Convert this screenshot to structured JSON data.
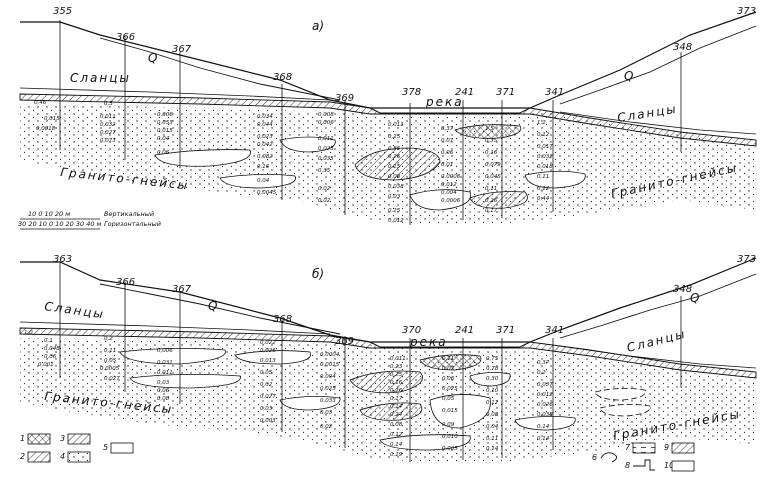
{
  "panels": [
    {
      "id": "a",
      "letter": "a)",
      "boreholes": [
        "355",
        "366",
        "367",
        "368",
        "369",
        "378",
        "241",
        "371",
        "341",
        "348",
        "373"
      ],
      "labels": {
        "q1": "Q",
        "q2": "Q",
        "schist_left": "Сланцы",
        "schist_right": "Сланцы",
        "granite_left": "Гранито-гнейсы",
        "granite_right": "Гранито-гнейсы",
        "river": "река"
      },
      "values": {
        "b355": [
          "0,46",
          "0,015",
          "0,0018"
        ],
        "b366": [
          "0,5",
          "0,011",
          "0,032",
          "0,027",
          "0,073"
        ],
        "b367": [
          "0,006",
          "0,053",
          "0,015",
          "0,04",
          "0,06"
        ],
        "b368": [
          "0,034",
          "0,044",
          "0,023",
          "0,042",
          "0,082",
          "0,16",
          "0,04",
          "0,0045"
        ],
        "b369": [
          "0,008",
          "0,006",
          "0,011",
          "0,025",
          "0,035",
          "0,35",
          "0,02",
          "0,02"
        ],
        "b378": [
          "0,011",
          "0,25",
          "0,85",
          "0,26",
          "0,15",
          "0,08",
          "0,038",
          "0,03",
          "0,25",
          "0,012"
        ],
        "b241": [
          "0,37",
          "0,07",
          "0,06",
          "0,01",
          "0,0008",
          "0,012",
          "0,004",
          "0,0006"
        ],
        "b371": [
          "1,5",
          "0,35",
          "0,16",
          "0,079",
          "0,045",
          "0,11",
          "0,26",
          "0,17"
        ],
        "b341": [
          "1,2",
          "0,12",
          "0,017",
          "0,032",
          "0,018",
          "0,11",
          "0,12",
          "0,44"
        ]
      }
    },
    {
      "id": "b",
      "letter": "б)",
      "boreholes": [
        "363",
        "366",
        "367",
        "368",
        "369",
        "370",
        "241",
        "371",
        "341",
        "348",
        "373"
      ],
      "labels": {
        "q1": "Q",
        "q2": "Q",
        "schist_left": "Сланцы",
        "schist_right": "Сланцы",
        "granite_left": "Гранито-гнейсы",
        "granite_right": "Гранито-гнейсы",
        "river": "река"
      },
      "values": {
        "b363": [
          "1,0",
          "0,1",
          "0,048",
          "0,06",
          "0,001"
        ],
        "b366": [
          "0,2",
          "0,11",
          "0,05",
          "0,0005",
          "0,027"
        ],
        "b367": [
          "0,006",
          "0,031",
          "0,011",
          "0,03",
          "0,06",
          "0,08"
        ],
        "b368": [
          "0,022",
          "0,026",
          "0,013",
          "0,05",
          "0,02",
          "0,027",
          "0,03",
          "0,003"
        ],
        "b369": [
          "0,0004",
          "0,0015",
          "0,004",
          "0,025",
          "0,033",
          "0,03",
          "0,02"
        ],
        "b370": [
          "0,011",
          "0,23",
          "0,25",
          "0,16",
          "0,26",
          "0,17",
          "0,14",
          "0,24",
          "0,08",
          "0,12",
          "0,14",
          "0,19"
        ],
        "b241": [
          "0,11",
          "0,07",
          "0,06",
          "0,025",
          "0,05",
          "0,015",
          "0,09",
          "0,010",
          "0,005"
        ],
        "b371": [
          "0,75",
          "0,78",
          "0,30",
          "0,10",
          "0,12",
          "0,08",
          "0,04",
          "0,11",
          "0,14"
        ],
        "b341": [
          "0,37",
          "0,2",
          "0,037",
          "0,012",
          "0,026",
          "0,038",
          "0,14",
          "0,14"
        ]
      }
    }
  ],
  "scale": {
    "vertical_ticks": "10  0  10  20 м",
    "vertical_label": "Вертикальный",
    "horizontal_ticks": "30 20 10 0 10 20 30 40 м",
    "horizontal_label": "Горизонтальный"
  },
  "legend": [
    "1",
    "2",
    "3",
    "4",
    "5",
    "6",
    "7",
    "8",
    "9",
    "10"
  ]
}
